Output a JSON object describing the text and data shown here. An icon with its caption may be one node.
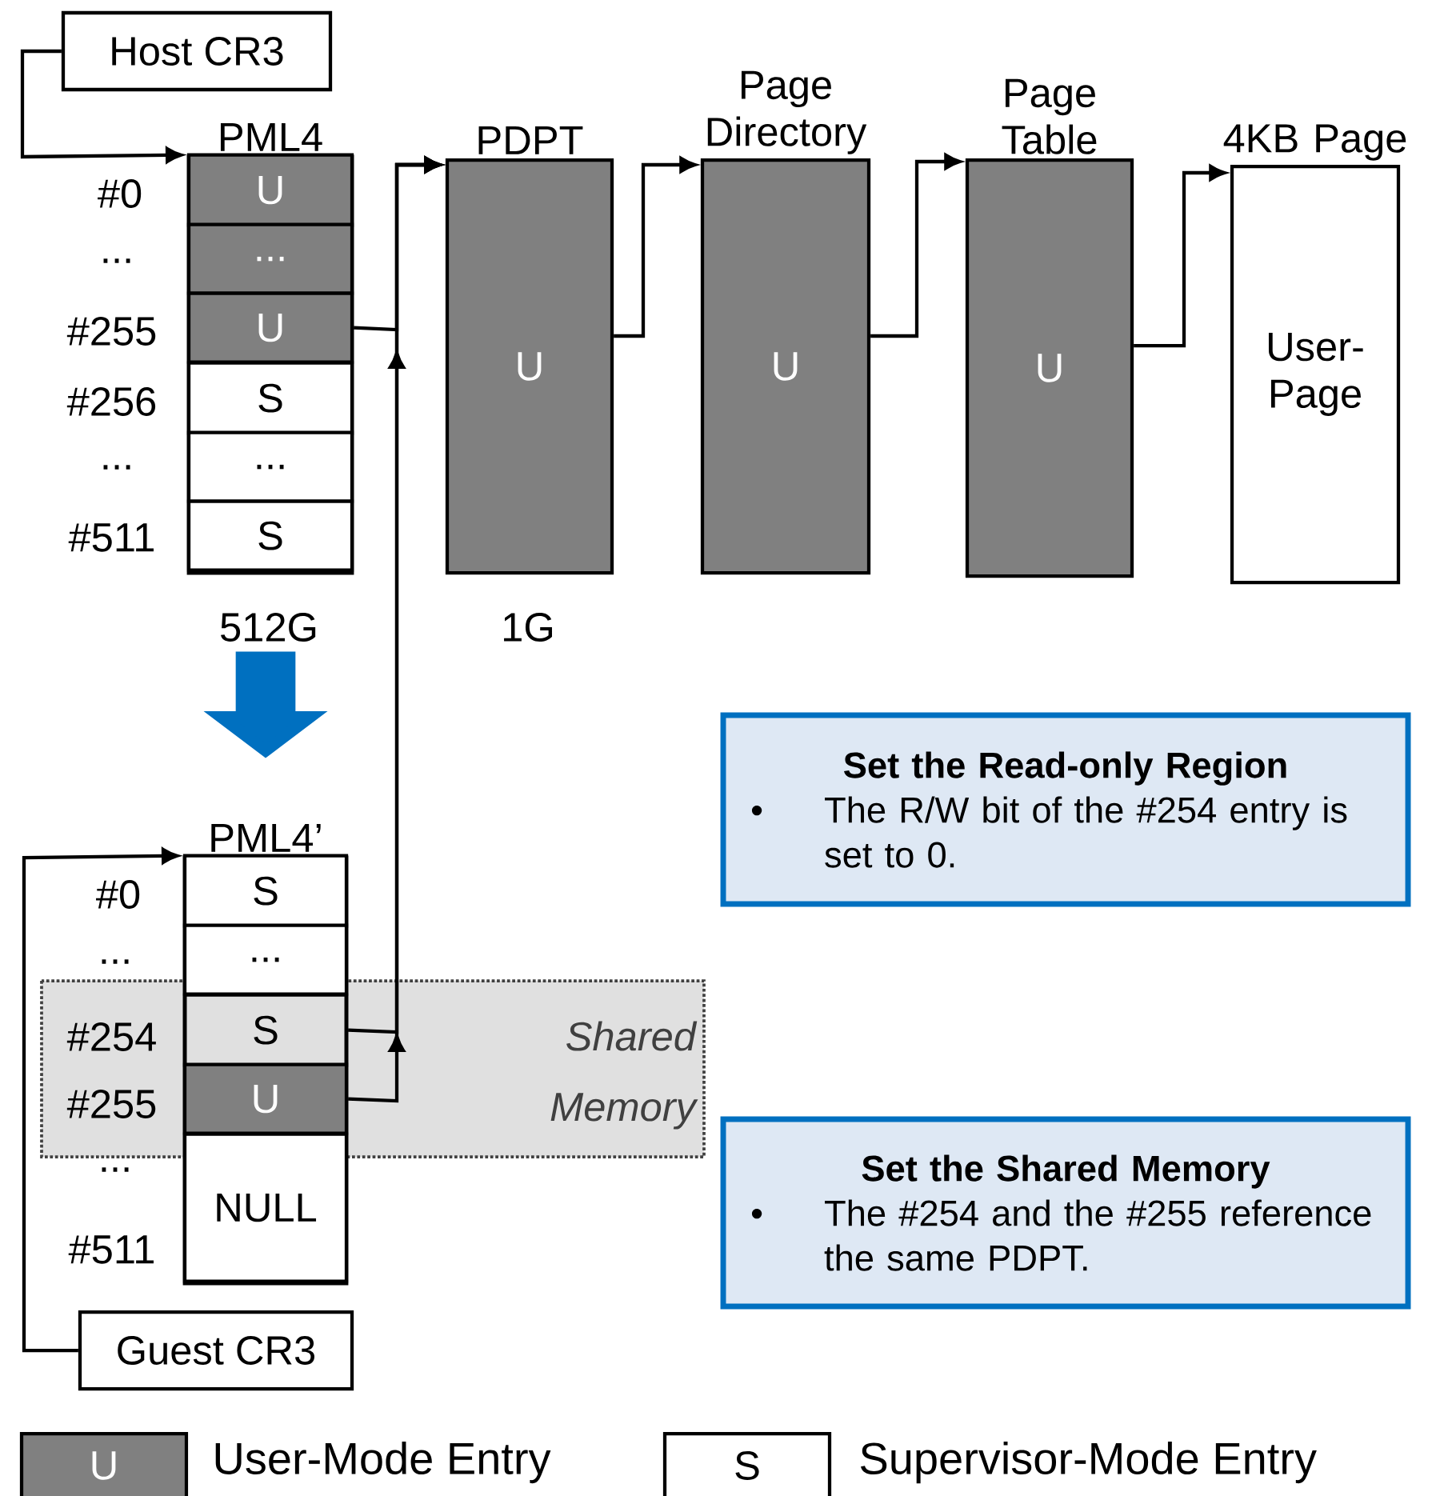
{
  "diagram": {
    "nodes": [
      {
        "text": [
          "Host CR3"
        ]
      },
      {
        "text": [
          "PML4"
        ],
        "beside": [
          "512G"
        ]
      },
      {
        "text": [
          "U"
        ],
        "in": 1
      },
      {
        "text": [
          "..."
        ],
        "in": 1
      },
      {
        "text": [
          "U"
        ],
        "in": 1
      },
      {
        "text": [
          "S"
        ],
        "in": 1
      },
      {
        "text": [
          "..."
        ],
        "in": 1
      },
      {
        "text": [
          "S"
        ],
        "in": 1
      },
      {
        "text": [
          "PDPT",
          "U"
        ],
        "beside": [
          "1G"
        ]
      },
      {
        "text": [
          "Page Directory",
          "U"
        ]
      },
      {
        "text": [
          "Page Table",
          "U"
        ]
      },
      {
        "text": [
          "4KB Page",
          "User-Page"
        ]
      },
      {
        "text": [
          "PML4’"
        ]
      },
      {
        "text": [
          "S"
        ],
        "in": 12
      },
      {
        "text": [
          "..."
        ],
        "in": 12
      },
      {
        "text": [
          "S"
        ],
        "in": 12
      },
      {
        "text": [
          "U"
        ],
        "in": 12
      },
      {
        "text": [
          "NULL"
        ],
        "in": 12
      },
      {
        "text": [
          "Guest CR3"
        ]
      },
      {
        "text": [
          "Set the Read-only Region",
          "•",
          "The R/W bit of the #254 entry is set to 0."
        ]
      },
      {
        "text": [
          "Set the Shared Memory",
          "•",
          "The #254 and the #255 reference the same PDPT."
        ]
      }
    ],
    "edges": [
      {
        "from": 0,
        "to": 1,
        "arrow": "to"
      },
      {
        "from": 4,
        "to": 8,
        "arrow": "to"
      },
      {
        "from": 8,
        "to": 9,
        "arrow": "to"
      },
      {
        "from": 9,
        "to": 10,
        "arrow": "to"
      },
      {
        "from": 10,
        "to": 11,
        "arrow": "to"
      },
      {
        "from": 1,
        "to": 12,
        "arrow": "to",
        "style": "thick",
        "color": "#0070c0"
      },
      {
        "from": 18,
        "to": 12,
        "arrow": "to"
      },
      {
        "from": 15,
        "to": 8,
        "arrow": "to"
      },
      {
        "from": 16,
        "to": 8,
        "arrow": "to"
      }
    ],
    "labels": [
      "#0",
      "...",
      "#255",
      "#256",
      "...",
      "#511",
      "#0",
      "...",
      "#254",
      "#255",
      "...",
      "#511",
      "Shared Memory",
      "U",
      "S"
    ],
    "legend": [
      {
        "text": "User-Mode Entry",
        "color": "#808080"
      },
      {
        "text": "Supervisor-Mode Entry"
      }
    ]
  }
}
